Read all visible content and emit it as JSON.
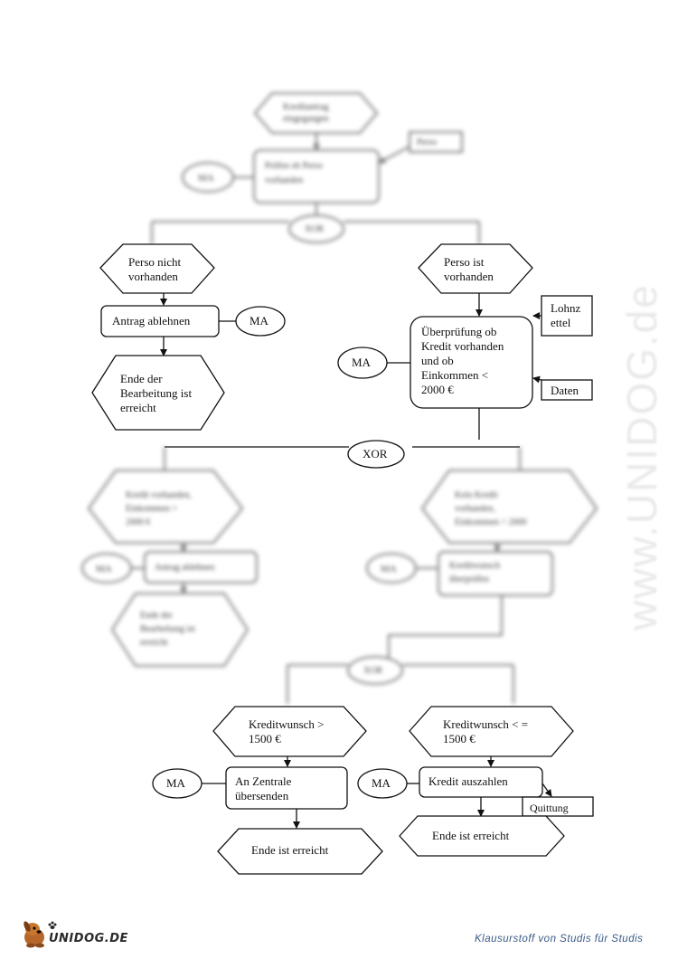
{
  "diagram": {
    "start_event": "Kreditantrag\neingegangen",
    "doc_top": "Perso",
    "top_role": "MA",
    "top_function": "Prüfen ob Perso\nvorhanden",
    "xor_1": "XOR",
    "left_event": "Perso nicht\nvorhanden",
    "left_function": "Antrag ablehnen",
    "left_role": "MA",
    "left_end": "Ende der\nBearbeitung ist\nerreicht",
    "right_event": "Perso ist\nvorhanden",
    "doc_lohnzettel": "Lohnz\nettel",
    "right_role": "MA",
    "right_function": "Überprüfung ob\nKredit vorhanden\nund ob\nEinkommen <\n2000 €",
    "doc_daten": "Daten",
    "xor_2": "XOR",
    "mid_left_event": "Kredit vorhanden,\nEinkommen >\n2000 €",
    "mid_left_role": "MA",
    "mid_left_function": "Antrag ablehnen",
    "mid_left_end": "Ende der\nBearbeitung ist\nerreicht",
    "mid_right_event": "Kein Kredit\nvorhanden,\nEinkommen > 2000",
    "mid_right_role": "MA",
    "mid_right_function": "Kreditwunsch\nüberprüfen",
    "xor_3": "XOR",
    "bottom_left_event": "Kreditwunsch >\n1500 €",
    "bottom_left_role": "MA",
    "bottom_left_function": "An Zentrale\nübersenden",
    "bottom_left_end": "Ende ist erreicht",
    "bottom_right_event": "Kreditwunsch < =\n1500 €",
    "bottom_right_role": "MA",
    "bottom_right_function": "Kredit auszahlen",
    "doc_quittung": "Quittung",
    "bottom_right_end": "Ende ist erreicht"
  },
  "watermark": "www.UNIDOG.de",
  "footer": {
    "logo_text": "UNIDOG.DE",
    "tagline": "Klausurstoff von Studis für Studis"
  },
  "colors": {
    "line": "#111111",
    "blurred_line": "#777777",
    "watermark": "#e9e9e9",
    "tagline": "#3a5a86"
  },
  "icons": [
    "dog-mascot-icon"
  ]
}
